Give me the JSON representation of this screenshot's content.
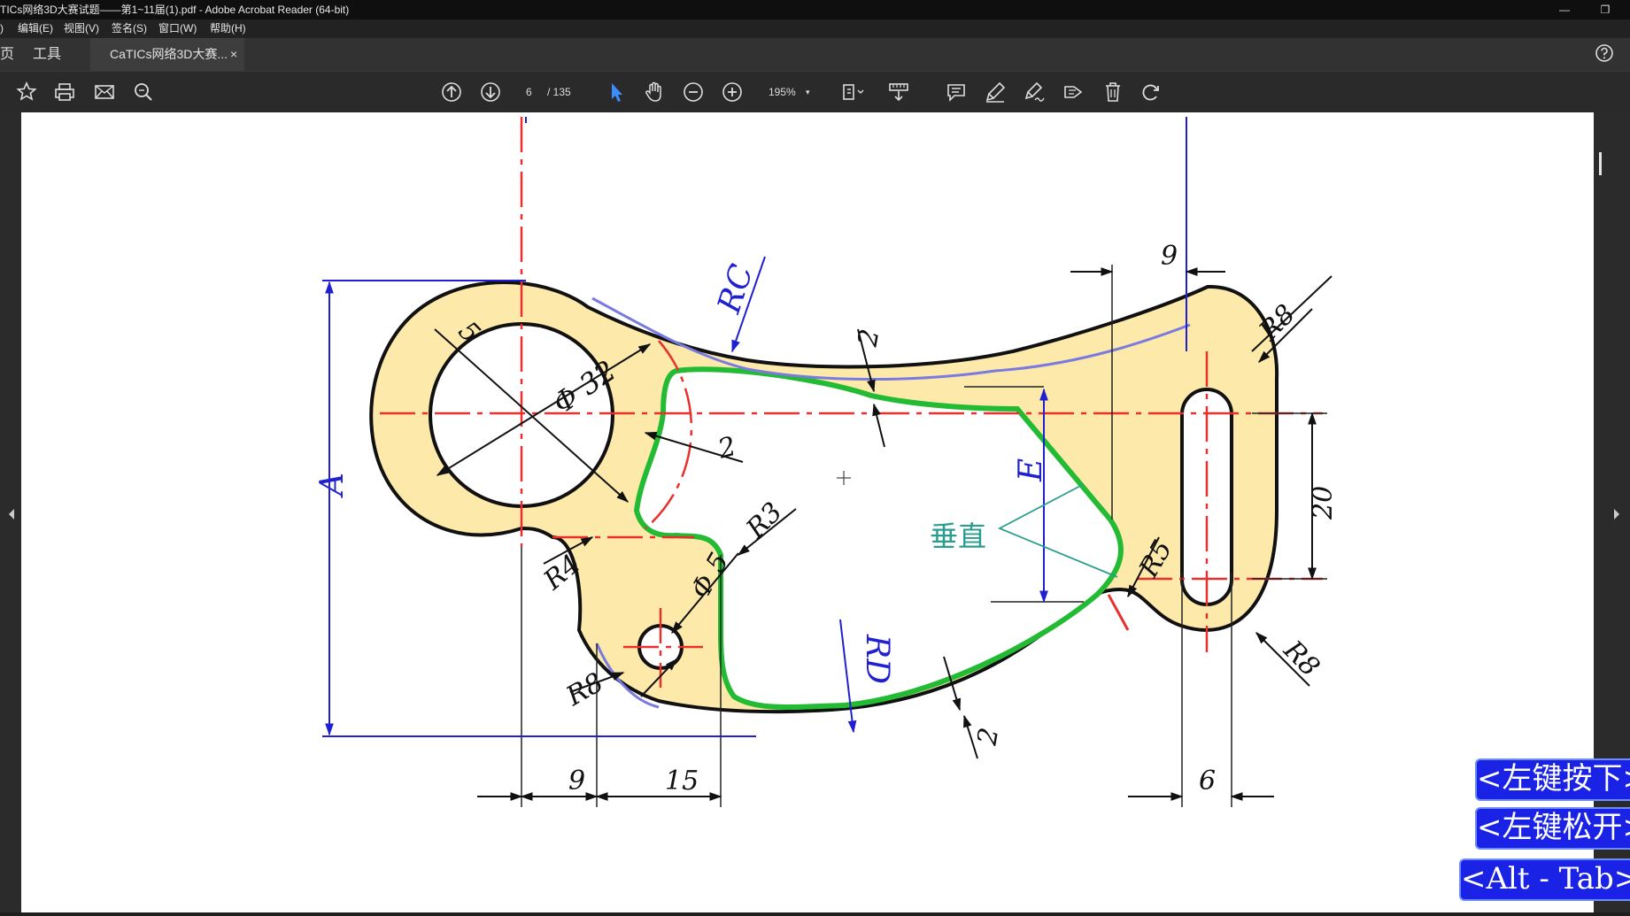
{
  "window": {
    "title": "TICs网络3D大赛试题——第1~11届(1).pdf - Adobe Acrobat Reader (64-bit)",
    "minimize_glyph": "—",
    "restore_glyph": "❐"
  },
  "menu": {
    "items": [
      "编辑(E)",
      "视图(V)",
      "签名(S)",
      "窗口(W)",
      "帮助(H)"
    ]
  },
  "tabs": {
    "home_label": "页",
    "tools_label": "工具",
    "doc_label": "CaTICs网络3D大赛...",
    "close_glyph": "×"
  },
  "toolbar": {
    "page_current": "6",
    "page_total": "/ 135",
    "zoom": "195%",
    "zoom_caret": "▾"
  },
  "drawing": {
    "dims": {
      "d9_top": "9",
      "r8_top": "R8",
      "rc": "RC",
      "two_a": "2",
      "five": "5",
      "phi32": "Φ 32",
      "two_b": "2",
      "r3": "R3",
      "e": "E",
      "vertical": "垂直",
      "r5": "R5",
      "twenty": "20",
      "a": "A",
      "r4": "R4",
      "phi5": "Φ 5",
      "rd": "RD",
      "r8_left": "R8",
      "r8_right": "R8",
      "two_c": "2",
      "d9_bottom": "9",
      "d15": "15",
      "d6": "6"
    }
  },
  "overlays": {
    "left_down": "<左键按下>",
    "left_up": "<左键松开>",
    "alt_tab": "<Alt - Tab>"
  },
  "colors": {
    "part_fill": "#fde9a9",
    "outline": "#111111",
    "green_path": "#22bb33",
    "center_line": "#e8312c",
    "dim_blue": "#2020d0",
    "teal_text": "#2a9d8f",
    "overlay_bg": "#1a22e6"
  }
}
